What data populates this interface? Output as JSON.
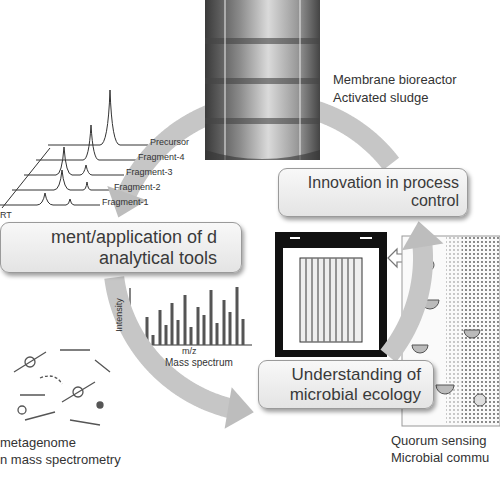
{
  "diagram": {
    "nodes": [
      {
        "text": [
          "Innovation in process control"
        ]
      },
      {
        "text": [
          "ment/application of d analytical tools"
        ]
      },
      {
        "text": [
          "Understanding of microbial ecology"
        ]
      }
    ],
    "edges": [
      {
        "from": 1,
        "to": 2,
        "arrow": "to"
      },
      {
        "from": 2,
        "to": 0,
        "arrow": "to"
      },
      {
        "from": 0,
        "to": 1,
        "arrow": "to"
      }
    ],
    "labels": [
      "Membrane bioreactor",
      "Activated sludge",
      "Precursor",
      "Fragment-4",
      "Fragment-3",
      "Fragment-2",
      "Fragment-1",
      "RT",
      "Intensity",
      "m/z",
      "Mass spectrum",
      "metagenome",
      "n mass spectrometry",
      "Quorum sensing",
      "Microbial commu"
    ]
  }
}
